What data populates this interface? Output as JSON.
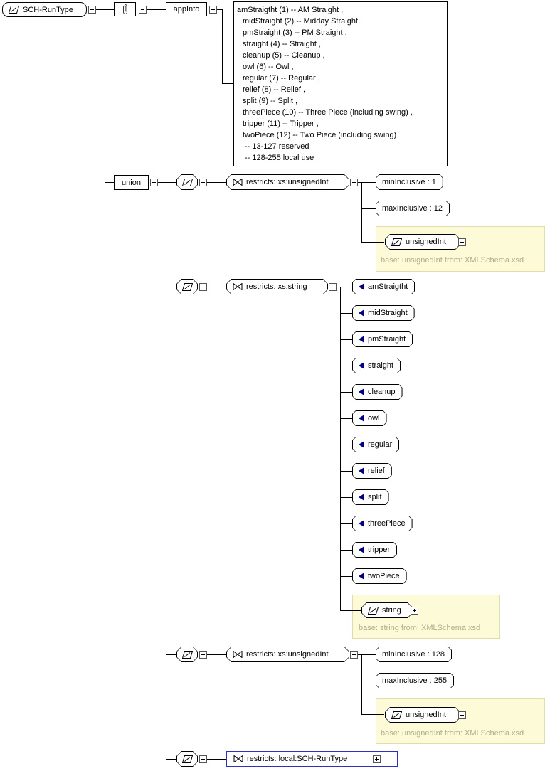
{
  "root": {
    "label": "SCH-RunType"
  },
  "annotation": {
    "appinfo_label": "appInfo",
    "doc_lines": [
      "amStraigtht (1) -- AM Straight ,",
      "midStraight (2) -- Midday Straight ,",
      "pmStraight (3) -- PM Straight ,",
      "straight (4) -- Straight ,",
      "cleanup (5) -- Cleanup ,",
      "owl (6) -- Owl ,",
      "regular (7) -- Regular ,",
      "relief (8) -- Relief ,",
      "split (9) -- Split ,",
      "threePiece (10) -- Three Piece  (including swing) ,",
      "tripper (11) -- Tripper ,",
      "twoPiece (12) -- Two Piece  (including swing)",
      "-- 13-127 reserved",
      "-- 128-255 local use"
    ]
  },
  "union_label": "union",
  "branches": [
    {
      "restriction": "restricts: xs:unsignedInt",
      "facets": [
        "minInclusive : 1",
        "maxInclusive : 12"
      ],
      "base": {
        "type": "unsignedInt",
        "note": "base: unsignedInt from: XMLSchema.xsd"
      }
    },
    {
      "restriction": "restricts: xs:string",
      "enums": [
        "amStraigtht",
        "midStraight",
        "pmStraight",
        "straight",
        "cleanup",
        "owl",
        "regular",
        "relief",
        "split",
        "threePiece",
        "tripper",
        "twoPiece"
      ],
      "base": {
        "type": "string",
        "note": "base: string from: XMLSchema.xsd"
      }
    },
    {
      "restriction": "restricts: xs:unsignedInt",
      "facets": [
        "minInclusive : 128",
        "maxInclusive : 255"
      ],
      "base": {
        "type": "unsignedInt",
        "note": "base: unsignedInt from: XMLSchema.xsd"
      }
    },
    {
      "restriction": "restricts: local:SCH-RunType"
    }
  ],
  "icons": {
    "simple_type": "parallelogram-slash-icon",
    "restriction": "bowtie-icon",
    "enumeration": "left-triangle-icon",
    "annotation": "paperclip-icon",
    "expanded_toggle": "minus-box-icon",
    "collapsed_toggle": "plus-box-icon"
  },
  "colors": {
    "node_border": "#000000",
    "reference_border": "#3030c0",
    "enum_icon": "#000080",
    "group_background": "#fdfad8",
    "group_border": "#e0dcae",
    "group_note_text": "#b2ae8a",
    "background": "#ffffff"
  }
}
